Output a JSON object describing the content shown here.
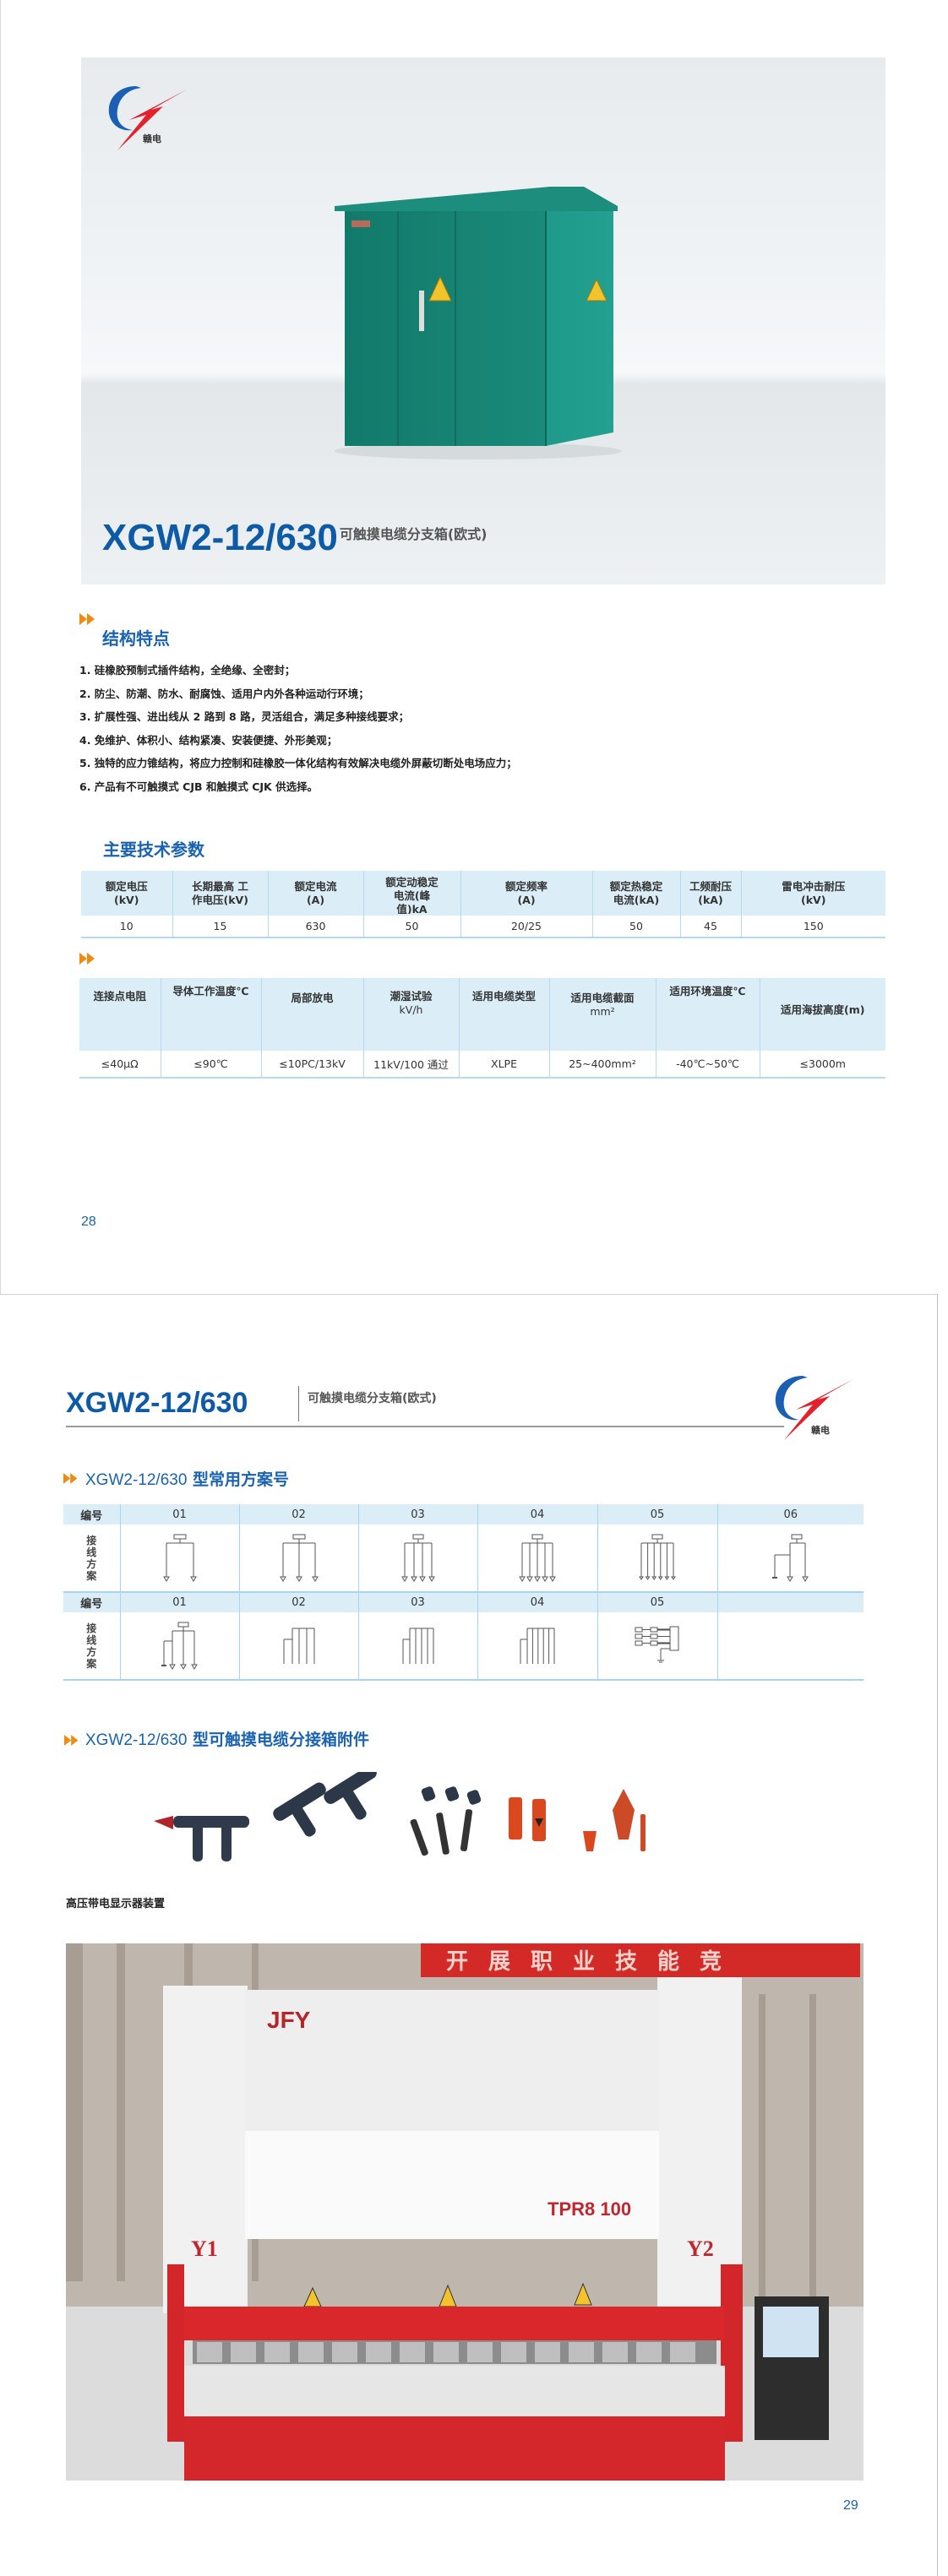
{
  "page1": {
    "brand": {
      "name": "赣电",
      "colors": {
        "blue": "#1a5fb4",
        "red": "#e5202a"
      }
    },
    "hero": {
      "model": "XGW2-12/630",
      "subtitle": "可触摸电缆分支箱(欧式)",
      "image": "green-cable-branch-cabinet"
    },
    "features": {
      "title": "结构特点",
      "items": [
        "1. 硅橡胶预制式插件结构，全绝缘、全密封；",
        "2. 防尘、防潮、防水、耐腐蚀、适用户内外各种运动行环境；",
        "3. 扩展性强、进出线从 2 路到 8 路，灵活组合，满足多种接线要求；",
        "4. 免维护、体积小、结构紧凑、安装便捷、外形美观；",
        "5. 独特的应力锥结构，将应力控制和硅橡胶一体化结构有效解决电缆外屏蔽切断处电场应力；",
        "6. 产品有不可触摸式 CJB 和触摸式 CJK 供选择。"
      ]
    },
    "tech_params": {
      "title": "主要技术参数",
      "table1": {
        "headers": [
          [
            "额定电压",
            "(kV)"
          ],
          [
            "长期最高 工",
            "作电压(kV)"
          ],
          [
            "额定电流",
            "(A)"
          ],
          [
            "额定动稳定",
            "电流(峰",
            "值)kA"
          ],
          [
            "额定频率",
            "(A)"
          ],
          [
            "额定热稳定",
            "电流(kA)"
          ],
          [
            "工频耐压",
            "(kA)"
          ],
          [
            "雷电冲击耐压",
            "(kV)"
          ]
        ],
        "values": [
          "10",
          "15",
          "630",
          "50",
          "20/25",
          "50",
          "45",
          "150"
        ]
      },
      "table2": {
        "headers": [
          [
            "连接点电阻"
          ],
          [
            "导体工作温度℃"
          ],
          [
            "局部放电"
          ],
          [
            "潮湿试验",
            "kV/h"
          ],
          [
            "适用电缆类型"
          ],
          [
            "适用电缆截面",
            "mm²"
          ],
          [
            "适用环境温度℃"
          ],
          [
            "适用海拔高度(m)"
          ]
        ],
        "values": [
          "≤40μΩ",
          "≤90℃",
          "≤10PC/13kV",
          "11kV/100 通过",
          "XLPE",
          "25~400mm²",
          "-40℃~50℃",
          "≤3000m"
        ]
      }
    },
    "page_number": "28"
  },
  "page2": {
    "header": {
      "model": "XGW2-12/630",
      "subtitle": "可触摸电缆分支箱(欧式)",
      "brand": "赣电"
    },
    "schemes": {
      "title_en": "XGW2-12/630",
      "title_zh": " 型常用方案号",
      "row_label": "编号",
      "diagram_label": "接线方案",
      "group1": {
        "numbers": [
          "01",
          "02",
          "03",
          "04",
          "05",
          "06"
        ]
      },
      "group2": {
        "numbers": [
          "01",
          "02",
          "03",
          "04",
          "05",
          ""
        ]
      }
    },
    "accessories": {
      "title_en": "XGW2-12/630",
      "title_zh": " 型可触摸电缆分接箱附件",
      "image": "cable-connector-accessories"
    },
    "caption": "高压带电显示器装置",
    "photo": {
      "banner_text": "开展职业技能竞",
      "machine_brand": "JFY",
      "machine_model": "TPR8 100",
      "left_label": "Y1",
      "right_label": "Y2"
    },
    "page_number": "29"
  },
  "colors": {
    "title_blue": "#0d5aa7",
    "heading_blue": "#1a63b0",
    "arrow_orange": "#f08a10",
    "table_header_bg": "#dbeef8",
    "table_border": "#b7d9ef"
  }
}
